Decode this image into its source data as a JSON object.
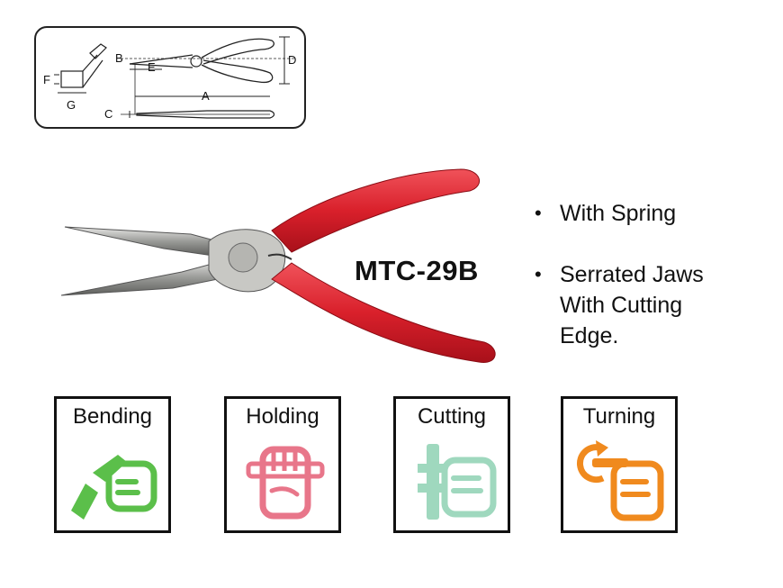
{
  "diagram": {
    "labels": {
      "a": "A",
      "b": "B",
      "c": "C",
      "d": "D",
      "e": "E",
      "f": "F",
      "g": "G"
    }
  },
  "product": {
    "model": "MTC-29B",
    "handle_color": "#d9202b"
  },
  "features": [
    {
      "text": "With Spring"
    },
    {
      "text": "Serrated  Jaws\nWith Cutting\nEdge."
    }
  ],
  "uses": [
    {
      "label": "Bending",
      "icon": "bending-hand-icon",
      "color": "#5bbf4a"
    },
    {
      "label": "Holding",
      "icon": "holding-fist-icon",
      "color": "#e8768a"
    },
    {
      "label": "Cutting",
      "icon": "cutting-hand-icon",
      "color": "#9fd8be"
    },
    {
      "label": "Turning",
      "icon": "turning-hand-icon",
      "color": "#f08a1e"
    }
  ]
}
